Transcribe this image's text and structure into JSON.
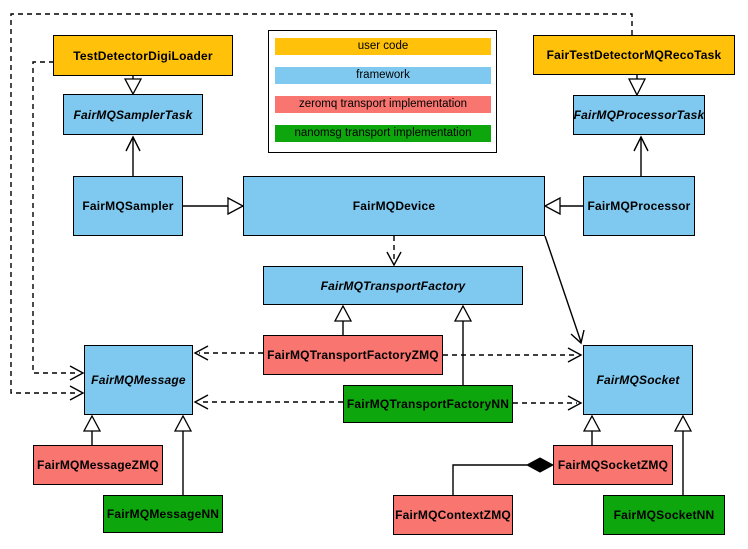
{
  "colors": {
    "user_code": "#FFC10A",
    "framework": "#7FC9F0",
    "zeromq": "#F97570",
    "nanomsg": "#0DA60D",
    "line": "#000000",
    "background": "#FFFFFF"
  },
  "legend": {
    "items": [
      {
        "label": "user code",
        "color": "#FFC10A"
      },
      {
        "label": "framework",
        "color": "#7FC9F0"
      },
      {
        "label": "zeromq transport implementation",
        "color": "#F97570"
      },
      {
        "label": "nanomsg transport implementation",
        "color": "#0DA60D"
      }
    ]
  },
  "nodes": {
    "testDetectorDigiLoader": {
      "label": "TestDetectorDigiLoader",
      "category": "user code"
    },
    "fairTestDetectorMQRecoTask": {
      "label": "FairTestDetectorMQRecoTask",
      "category": "user code"
    },
    "fairMQSamplerTask": {
      "label": "FairMQSamplerTask",
      "category": "framework",
      "abstract": true
    },
    "fairMQProcessorTask": {
      "label": "FairMQProcessorTask",
      "category": "framework",
      "abstract": true
    },
    "fairMQSampler": {
      "label": "FairMQSampler",
      "category": "framework"
    },
    "fairMQDevice": {
      "label": "FairMQDevice",
      "category": "framework"
    },
    "fairMQProcessor": {
      "label": "FairMQProcessor",
      "category": "framework"
    },
    "fairMQTransportFactory": {
      "label": "FairMQTransportFactory",
      "category": "framework",
      "abstract": true
    },
    "fairMQTransportFactoryZMQ": {
      "label": "FairMQTransportFactoryZMQ",
      "category": "zeromq"
    },
    "fairMQTransportFactoryNN": {
      "label": "FairMQTransportFactoryNN",
      "category": "nanomsg"
    },
    "fairMQMessage": {
      "label": "FairMQMessage",
      "category": "framework",
      "abstract": true
    },
    "fairMQSocket": {
      "label": "FairMQSocket",
      "category": "framework",
      "abstract": true
    },
    "fairMQMessageZMQ": {
      "label": "FairMQMessageZMQ",
      "category": "zeromq"
    },
    "fairMQMessageNN": {
      "label": "FairMQMessageNN",
      "category": "nanomsg"
    },
    "fairMQSocketZMQ": {
      "label": "FairMQSocketZMQ",
      "category": "zeromq"
    },
    "fairMQContextZMQ": {
      "label": "FairMQContextZMQ",
      "category": "zeromq"
    },
    "fairMQSocketNN": {
      "label": "FairMQSocketNN",
      "category": "nanomsg"
    }
  },
  "relations": [
    {
      "from": "TestDetectorDigiLoader",
      "to": "FairMQSamplerTask",
      "type": "inheritance"
    },
    {
      "from": "FairTestDetectorMQRecoTask",
      "to": "FairMQProcessorTask",
      "type": "inheritance"
    },
    {
      "from": "FairMQSampler",
      "to": "FairMQDevice",
      "type": "inheritance"
    },
    {
      "from": "FairMQProcessor",
      "to": "FairMQDevice",
      "type": "inheritance"
    },
    {
      "from": "FairMQSampler",
      "to": "FairMQSamplerTask",
      "type": "association"
    },
    {
      "from": "FairMQProcessor",
      "to": "FairMQProcessorTask",
      "type": "association"
    },
    {
      "from": "FairMQDevice",
      "to": "FairMQTransportFactory",
      "type": "dependency"
    },
    {
      "from": "FairMQDevice",
      "to": "FairMQSocket",
      "type": "association"
    },
    {
      "from": "FairMQTransportFactoryZMQ",
      "to": "FairMQTransportFactory",
      "type": "inheritance"
    },
    {
      "from": "FairMQTransportFactoryNN",
      "to": "FairMQTransportFactory",
      "type": "inheritance"
    },
    {
      "from": "FairMQTransportFactoryZMQ",
      "to": "FairMQMessage",
      "type": "dependency"
    },
    {
      "from": "FairMQTransportFactoryZMQ",
      "to": "FairMQSocket",
      "type": "dependency"
    },
    {
      "from": "FairMQTransportFactoryNN",
      "to": "FairMQMessage",
      "type": "dependency"
    },
    {
      "from": "FairMQTransportFactoryNN",
      "to": "FairMQSocket",
      "type": "dependency"
    },
    {
      "from": "TestDetectorDigiLoader",
      "to": "FairMQMessage",
      "type": "dependency"
    },
    {
      "from": "FairTestDetectorMQRecoTask",
      "to": "FairMQMessage",
      "type": "dependency"
    },
    {
      "from": "FairMQMessageZMQ",
      "to": "FairMQMessage",
      "type": "inheritance"
    },
    {
      "from": "FairMQMessageNN",
      "to": "FairMQMessage",
      "type": "inheritance"
    },
    {
      "from": "FairMQSocketZMQ",
      "to": "FairMQSocket",
      "type": "inheritance"
    },
    {
      "from": "FairMQSocketNN",
      "to": "FairMQSocket",
      "type": "inheritance"
    },
    {
      "from": "FairMQContextZMQ",
      "to": "FairMQSocketZMQ",
      "type": "composition"
    }
  ]
}
